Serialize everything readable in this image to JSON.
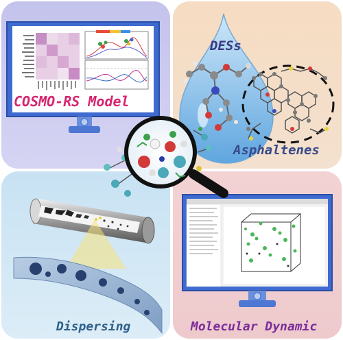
{
  "labels": {
    "cosmo_rs": "COSMO-RS Model",
    "des": "DESs",
    "asphaltenes": "Asphaltenes",
    "dispersing": "Dispersing",
    "molecular_dynamic": "Molecular Dynamic"
  },
  "colors": {
    "panel_top_left": "#c9c8ee",
    "panel_top_right": "#f5dcc4",
    "panel_bottom_left": "#cfe6f4",
    "panel_bottom_right": "#f1cfd2",
    "monitor_frame": "#3f6bd0",
    "cosmo_text": "#d6256f",
    "des_text": "#3a3a80",
    "asphaltene_text": "#3a4a8a",
    "dispersing_text": "#2d5f88",
    "molecular_text": "#7a2d9a",
    "droplet": "#8fc4ea"
  },
  "icons": [
    "monitor-icon",
    "magnifier-icon",
    "droplet-icon",
    "pipe-icon"
  ]
}
